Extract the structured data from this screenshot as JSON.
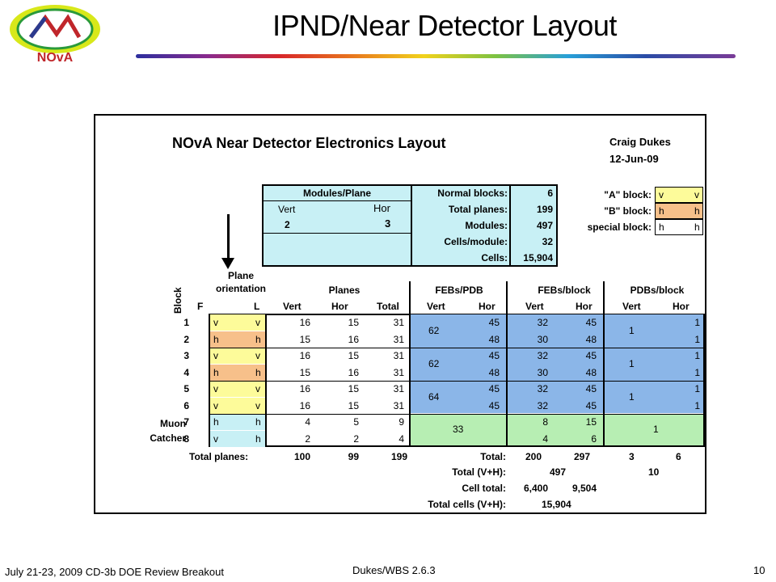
{
  "slide": {
    "title": "IPND/Near Detector Layout",
    "logo_text": "NOvA",
    "footer_left": "July 21-23, 2009 CD-3b DOE Review Breakout",
    "footer_center": "Dukes/WBS 2.6.3",
    "page_number": "10"
  },
  "sheet": {
    "title": "NOvA Near Detector Electronics Layout",
    "author": "Craig Dukes",
    "date": "12-Jun-09",
    "modules_plane": {
      "header": "Modules/Plane",
      "vert_label": "Vert",
      "hor_label": "Hor",
      "vert_value": "2",
      "hor_value": "3"
    },
    "summary": [
      {
        "label": "Normal blocks:",
        "value": "6"
      },
      {
        "label": "Total planes:",
        "value": "199"
      },
      {
        "label": "Modules:",
        "value": "497"
      },
      {
        "label": "Cells/module:",
        "value": "32"
      },
      {
        "label": "Cells:",
        "value": "15,904"
      }
    ],
    "legend": [
      {
        "label": "\"A\" block:",
        "f": "v",
        "l": "v",
        "color": "#fdfb9a"
      },
      {
        "label": "\"B\" block:",
        "f": "h",
        "l": "h",
        "color": "#f7c08a"
      },
      {
        "label": "special block:",
        "f": "h",
        "l": "h",
        "color": "#ffffff"
      }
    ],
    "headers": {
      "block": "Block",
      "plane_orientation": "Plane\norientation",
      "f": "F",
      "l": "L",
      "planes": "Planes",
      "febs_pdb": "FEBs/PDB",
      "febs_block": "FEBs/block",
      "pdbs_block": "PDBs/block",
      "vert": "Vert",
      "hor": "Hor",
      "total": "Total"
    },
    "muon_catcher": [
      "Muon",
      "Catcher"
    ],
    "rows": [
      {
        "block": "1",
        "f": "v",
        "l": "v",
        "pv": "16",
        "ph": "15",
        "pt": "31",
        "fph": "45",
        "fbv": "32",
        "fbh": "45",
        "pdh": "1",
        "color": "#fdfb9a"
      },
      {
        "block": "2",
        "f": "h",
        "l": "h",
        "pv": "15",
        "ph": "16",
        "pt": "31",
        "fph": "48",
        "fbv": "30",
        "fbh": "48",
        "pdh": "1",
        "color": "#f7c08a"
      },
      {
        "block": "3",
        "f": "v",
        "l": "v",
        "pv": "16",
        "ph": "15",
        "pt": "31",
        "fph": "45",
        "fbv": "32",
        "fbh": "45",
        "pdh": "1",
        "color": "#fdfb9a"
      },
      {
        "block": "4",
        "f": "h",
        "l": "h",
        "pv": "15",
        "ph": "16",
        "pt": "31",
        "fph": "48",
        "fbv": "30",
        "fbh": "48",
        "pdh": "1",
        "color": "#f7c08a"
      },
      {
        "block": "5",
        "f": "v",
        "l": "v",
        "pv": "16",
        "ph": "15",
        "pt": "31",
        "fph": "45",
        "fbv": "32",
        "fbh": "45",
        "pdh": "1",
        "color": "#fdfb9a"
      },
      {
        "block": "6",
        "f": "v",
        "l": "v",
        "pv": "16",
        "ph": "15",
        "pt": "31",
        "fph": "45",
        "fbv": "32",
        "fbh": "45",
        "pdh": "1",
        "color": "#fdfb9a"
      },
      {
        "block": "7",
        "f": "h",
        "l": "h",
        "pv": "4",
        "ph": "5",
        "pt": "9",
        "fph": "",
        "fbv": "8",
        "fbh": "15",
        "pdh": "",
        "color": "#c8f0f5"
      },
      {
        "block": "8",
        "f": "v",
        "l": "h",
        "pv": "2",
        "ph": "2",
        "pt": "4",
        "fph": "",
        "fbv": "4",
        "fbh": "6",
        "pdh": "",
        "color": "#c8f0f5"
      }
    ],
    "merged": {
      "fpv_12": "62",
      "fpv_34": "62",
      "fpv_56": "64",
      "muon_feb": "33",
      "pdv_12": "1",
      "pdv_34": "1",
      "pdv_56": "1",
      "muon_pdb": "1"
    },
    "totals": {
      "total_planes_label": "Total planes:",
      "tp_vert": "100",
      "tp_hor": "99",
      "tp_total": "199",
      "total_label": "Total:",
      "t_feb_vert": "200",
      "t_feb_hor": "297",
      "t_pdb_vert": "3",
      "t_pdb_hor": "6",
      "total_vh_label": "Total (V+H):",
      "t_feb_vh": "497",
      "t_pdb_vh": "10",
      "cell_total_label": "Cell total:",
      "ct_vert": "6,400",
      "ct_hor": "9,504",
      "total_cells_label": "Total cells (V+H):",
      "tc_value": "15,904"
    }
  }
}
